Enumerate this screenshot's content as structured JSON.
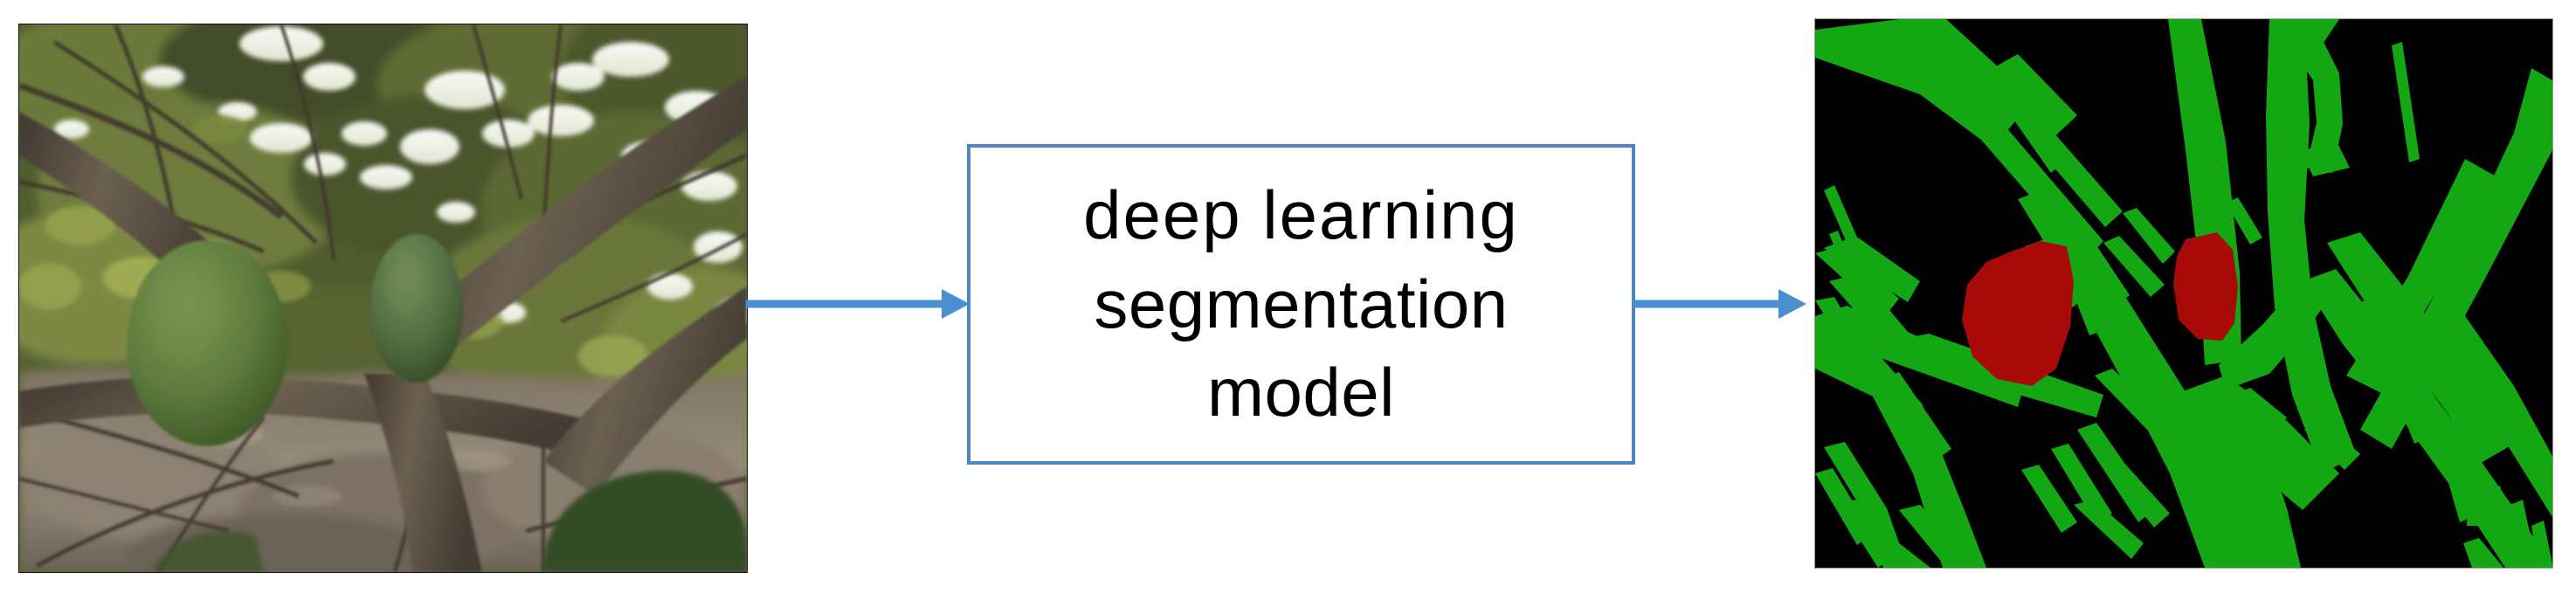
{
  "figure": {
    "type": "pipeline-diagram",
    "caption_text_present": false,
    "background_color": "#ffffff"
  },
  "input_image": {
    "name": "input-photo",
    "alt": "photograph of a feijoa tree with two green fruits on woody branches",
    "scene_description": "feijoa / guava orchard tree canopy in daylight",
    "colors": {
      "foliage_dark": "#3f4a28",
      "foliage_mid": "#5d6b33",
      "foliage_light": "#8a9648",
      "sky_highlight": "#ffffff",
      "branch": "#4a4038",
      "branch_light": "#6a5d51",
      "fruit": "#5c7a3c",
      "fruit_shadow": "#3e5a28",
      "ground": "#8b7f72"
    },
    "objects": [
      {
        "label": "fruit",
        "count": 2
      },
      {
        "label": "branch",
        "count": 7
      },
      {
        "label": "foliage",
        "count": 1
      },
      {
        "label": "ground",
        "count": 1
      }
    ]
  },
  "arrow_in": {
    "name": "arrow-input-to-model",
    "color": "#4a90d0",
    "direction": "right"
  },
  "arrow_out": {
    "name": "arrow-model-to-output",
    "color": "#4a90d0",
    "direction": "right"
  },
  "model_box": {
    "name": "deep-learning-model-box",
    "border_color": "#4a86c8",
    "fill_color": "#ffffff",
    "text_color": "#000000",
    "lines": [
      "deep  learning",
      "segmentation",
      "model"
    ]
  },
  "output_image": {
    "name": "segmentation-mask",
    "alt": "semantic segmentation mask: green branches and red fruit regions on black background",
    "legend": [
      {
        "class": "background",
        "color": "#000000"
      },
      {
        "class": "branch",
        "color": "#13a813"
      },
      {
        "class": "fruit",
        "color": "#a80a0a"
      }
    ],
    "class_counts": {
      "fruit_regions": 2,
      "branch_regions": 1,
      "background_regions": 1
    }
  }
}
